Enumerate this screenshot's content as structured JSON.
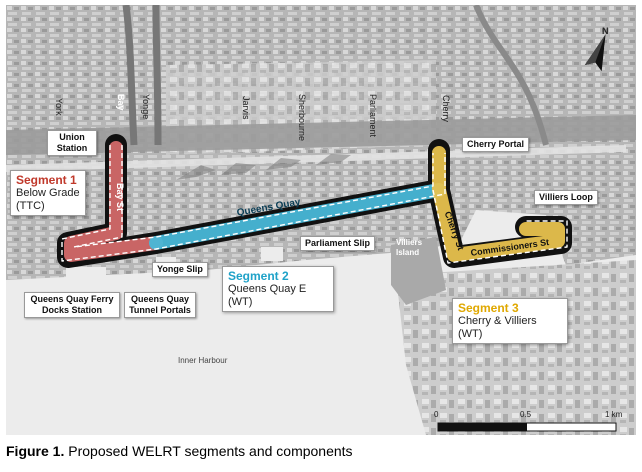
{
  "streets": {
    "york": "York",
    "bay": "Bay",
    "yonge": "Yonge",
    "jarvis": "Jarvis",
    "sherbourne": "Sherbourne",
    "parliament": "Parliament",
    "cherry": "Cherry"
  },
  "route_labels": {
    "bay_st": "Bay St",
    "queens_quay": "Queens Quay",
    "cherry_st": "Cherry St",
    "commissioners_st": "Commissioners St"
  },
  "place_labels": {
    "villiers_island": "Villiers Island",
    "inner_harbour": "Inner Harbour"
  },
  "callouts": {
    "union_station": "Union Station",
    "cherry_portal": "Cherry Portal",
    "villiers_loop": "Villiers Loop",
    "parliament_slip": "Parliament Slip",
    "yonge_slip": "Yonge Slip",
    "ferry_docks": "Queens Quay Ferry Docks Station",
    "tunnel_portals": "Queens Quay Tunnel Portals"
  },
  "segments": [
    {
      "title": "Segment 1",
      "sub1": "Below Grade",
      "sub2": "(TTC)",
      "color": "#c0392b"
    },
    {
      "title": "Segment 2",
      "sub1": "Queens Quay E",
      "sub2": "(WT)",
      "color": "#1fa2c8"
    },
    {
      "title": "Segment 3",
      "sub1": "Cherry & Villiers",
      "sub2": "(WT)",
      "color": "#e0a800"
    }
  ],
  "scale": {
    "ticks": [
      "0",
      "0.5",
      "1 km"
    ]
  },
  "north": "N",
  "caption": {
    "bold": "Figure 1.",
    "text": " Proposed WELRT segments and components"
  },
  "colors": {
    "segment1": "#c0392b",
    "segment2": "#1fa2c8",
    "segment3": "#e8b923",
    "route_casing": "#111111",
    "water": "#ececec",
    "land": "#c8c8c8"
  }
}
